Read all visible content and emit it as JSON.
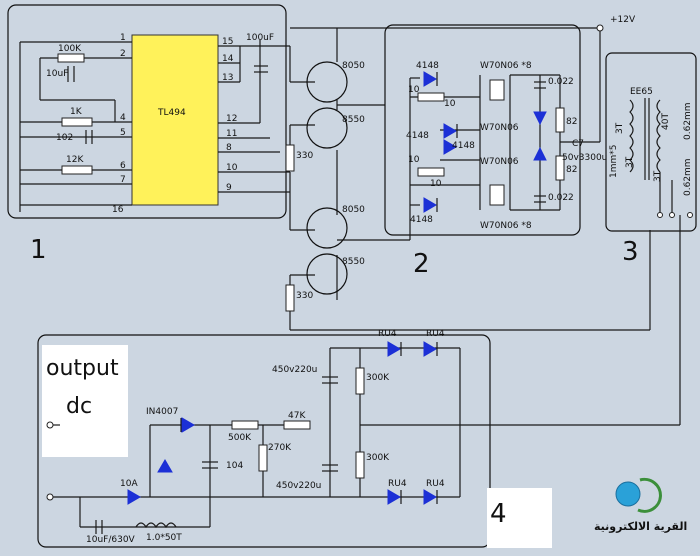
{
  "chip": {
    "name": "TL494",
    "pins_left": [
      "1",
      "2",
      "4",
      "5",
      "6",
      "7",
      "16"
    ],
    "pins_right": [
      "15",
      "14",
      "13",
      "12",
      "11",
      "8",
      "10",
      "9"
    ]
  },
  "left_components": {
    "r1": "100K",
    "c1": "10uF",
    "r2": "1K",
    "c2": "102",
    "r3": "12K"
  },
  "top_cap": "100uF",
  "drivers": {
    "q1": "8050",
    "q2": "8550",
    "q3": "8050",
    "q4": "8550",
    "r_a": "330",
    "r_b": "330"
  },
  "bridge": {
    "d_top": "4148",
    "d_mid1": "4148",
    "d_mid2": "4148",
    "d_bot": "4148",
    "r_top1": "10",
    "r_top2": "10",
    "r_mid1": "10",
    "r_mid2": "10",
    "mos_top": "W70N06 *8",
    "mos_mid1": "W70N06",
    "mos_mid2": "W70N06",
    "mos_bot": "W70N06 *8",
    "c_top": "0.022",
    "c_bot": "0.022",
    "c_mid": "50v3300u",
    "r_s1": "82",
    "r_s2": "82",
    "c7": "C7"
  },
  "supply": "+12V",
  "transformer": {
    "core": "EE65",
    "pri_a": "3T",
    "pri_b": "3T",
    "pri_wire": "1mm*5",
    "sec": "40T",
    "sec_wire": "0.62mm",
    "aux": "3T",
    "aux_wire": "0.62mm"
  },
  "output": {
    "title_line1": "output",
    "title_line2": "dc",
    "d1": "RU4",
    "d2": "RU4",
    "d3": "RU4",
    "d4": "RU4",
    "c_top": "450v220u",
    "c_bot": "450v220u",
    "r_top": "300K",
    "r_bot": "300K",
    "diode": "IN4007",
    "pot": "500K",
    "r1": "47K",
    "r2": "270K",
    "cap": "104",
    "fuse": "10A",
    "c_in": "10uF/630V",
    "inductor": "1.0*50T"
  },
  "section_labels": [
    "1",
    "2",
    "3",
    "4"
  ],
  "watermark": "القرية الالكترونية"
}
